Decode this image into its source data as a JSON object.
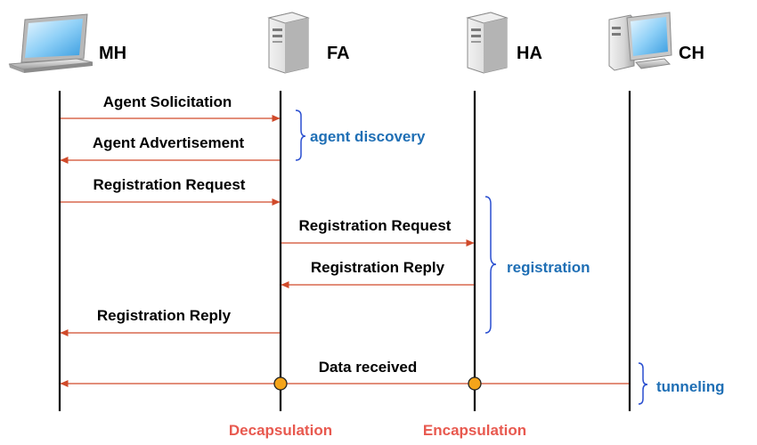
{
  "entities": {
    "mh": "MH",
    "fa": "FA",
    "ha": "HA",
    "ch": "CH"
  },
  "messages": {
    "agent_solicitation": "Agent Solicitation",
    "agent_advertisement": "Agent Advertisement",
    "registration_request_mh": "Registration Request",
    "registration_request_fa": "Registration Request",
    "registration_reply_ha": "Registration Reply",
    "registration_reply_fa": "Registration Reply",
    "data_received": "Data received"
  },
  "phases": {
    "agent_discovery": "agent discovery",
    "registration": "registration",
    "tunneling": "tunneling"
  },
  "processes": {
    "decapsulation": "Decapsulation",
    "encapsulation": "Encapsulation"
  },
  "colors": {
    "arrow": "#d04a2a",
    "phase_text": "#1f6fb5",
    "brace": "#2a4fd0",
    "process_text": "#e8594f",
    "node_fill": "#f4a41a",
    "lifeline": "#000000"
  },
  "icons": {
    "mh": "laptop-icon",
    "fa": "server-tower-icon",
    "ha": "server-tower-icon",
    "ch": "desktop-computer-icon"
  }
}
